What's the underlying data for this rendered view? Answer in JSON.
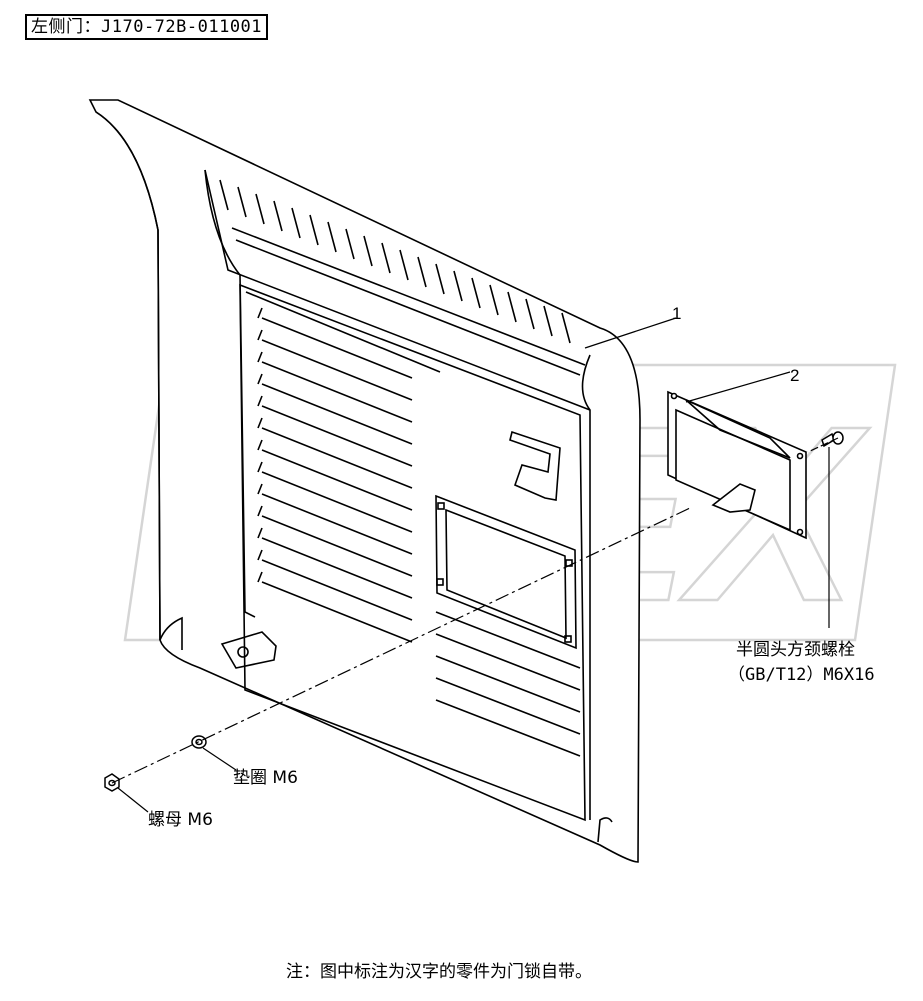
{
  "header": {
    "title": "左侧门：J170-72B-011001"
  },
  "watermark": {
    "text": "OPEX"
  },
  "callouts": {
    "part1": "1",
    "part2": "2",
    "bolt_line1": "半圆头方颈螺栓",
    "bolt_line2": "（GB/T12）M6X16",
    "washer": "垫圈 M6",
    "nut": "螺母 M6"
  },
  "footer": {
    "note": "注：图中标注为汉字的零件为门锁自带。"
  }
}
